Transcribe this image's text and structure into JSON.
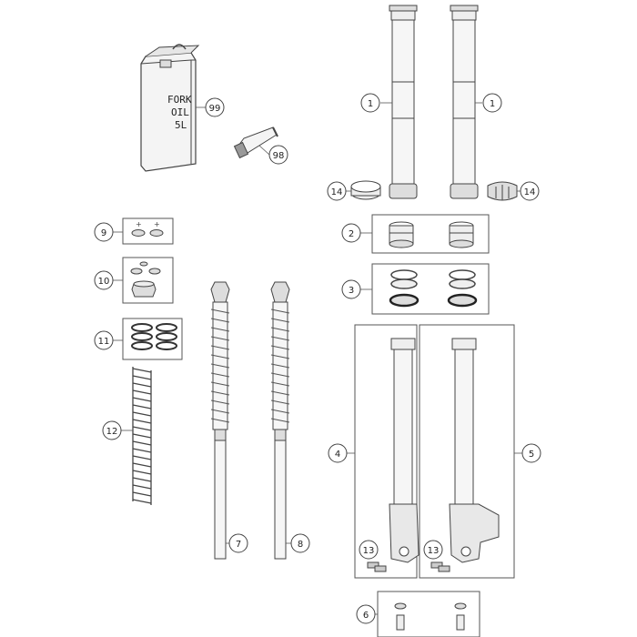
{
  "callouts": {
    "c1a": "1",
    "c1b": "1",
    "c2": "2",
    "c3": "3",
    "c4": "4",
    "c5": "5",
    "c6": "6",
    "c7": "7",
    "c8": "8",
    "c9": "9",
    "c10": "10",
    "c11": "11",
    "c12": "12",
    "c13a": "13",
    "c13b": "13",
    "c14a": "14",
    "c14b": "14",
    "c98": "98",
    "c99": "99"
  },
  "oil_can": {
    "line1": "FORK",
    "line2": "OIL",
    "line3": "5L"
  },
  "colors": {
    "line": "#444444",
    "fill": "#f4f4f4",
    "shade": "#dcdcdc",
    "frame": "#555555"
  }
}
